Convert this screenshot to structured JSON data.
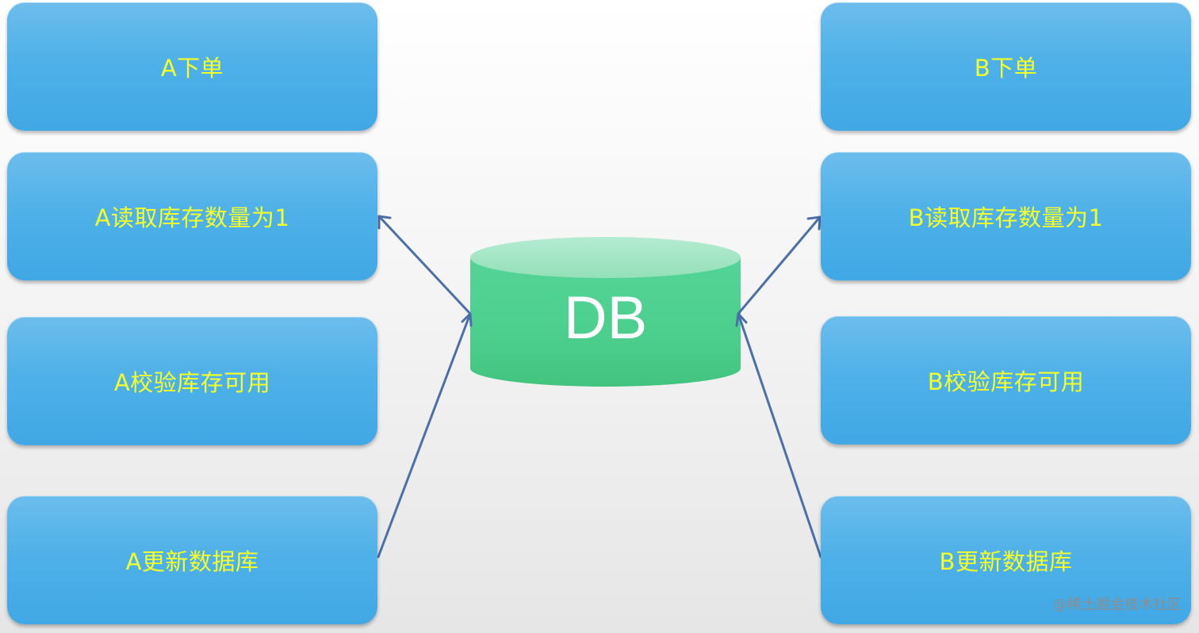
{
  "left_column": {
    "steps": [
      {
        "label": "A下单"
      },
      {
        "label": "A读取库存数量为1"
      },
      {
        "label": "A校验库存可用"
      },
      {
        "label": "A更新数据库"
      }
    ]
  },
  "right_column": {
    "steps": [
      {
        "label": "B下单"
      },
      {
        "label": "B读取库存数量为1"
      },
      {
        "label": "B校验库存可用"
      },
      {
        "label": "B更新数据库"
      }
    ]
  },
  "database": {
    "label": "DB"
  },
  "colors": {
    "box": "#4fb1e8",
    "box_text": "#f4ff2a",
    "database": "#4fd18f",
    "arrow": "#4b6fa8"
  },
  "watermark": "@稀土掘金技术社区"
}
